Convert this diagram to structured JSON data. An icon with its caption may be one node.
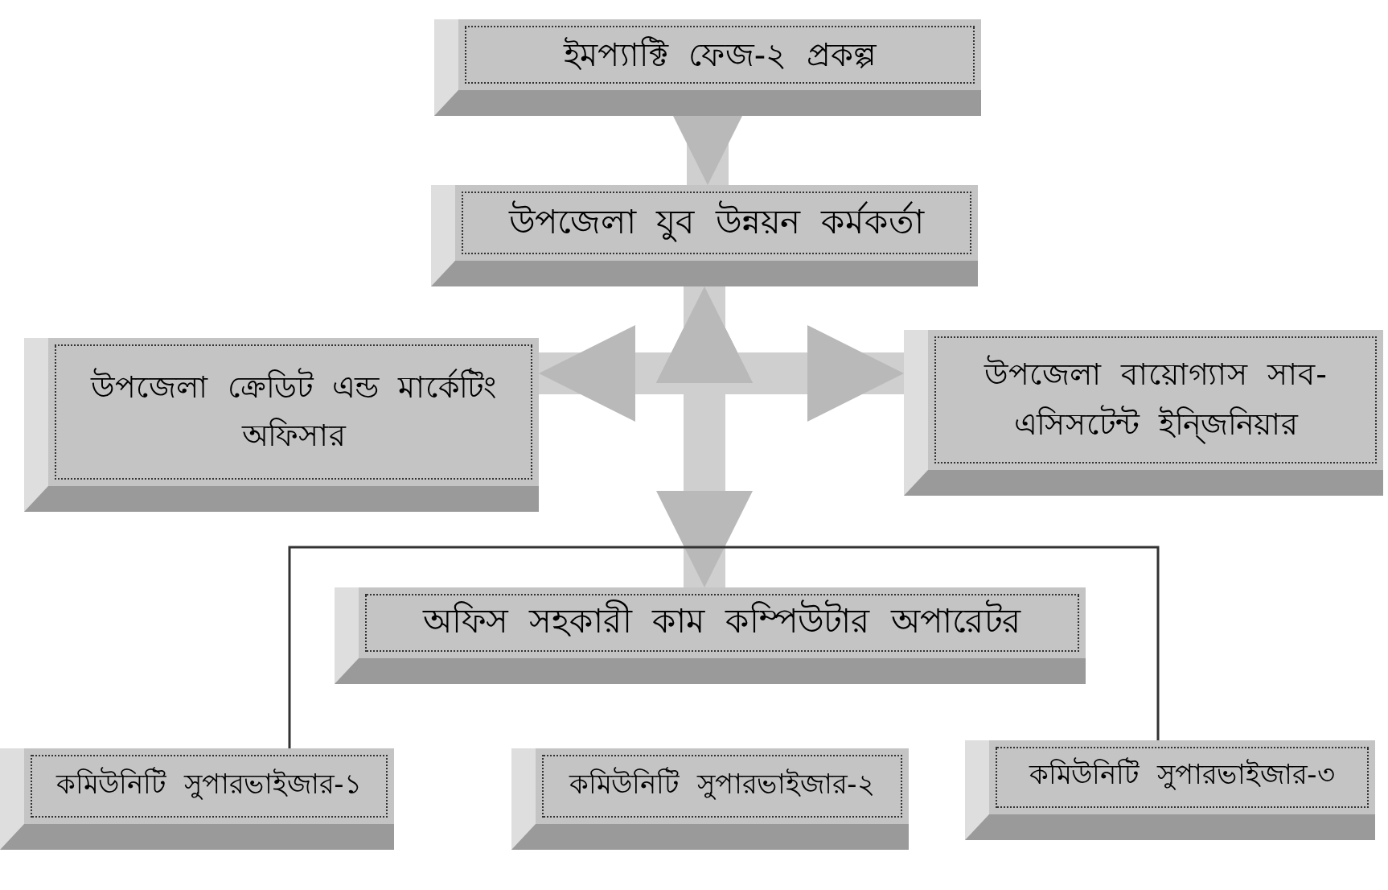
{
  "diagram": {
    "nodes": [
      {
        "text": [
          "ইমপ্যাক্টি ফেজ-২ প্রকল্প"
        ]
      },
      {
        "text": [
          "উপজেলা যুব উন্নয়ন কর্মকর্তা"
        ]
      },
      {
        "text": [
          "উপজেলা ক্রেডিট এন্ড মার্কেটিং অফিসার"
        ]
      },
      {
        "text": [
          "উপজেলা বায়োগ্যাস সাব-এসিসটেন্ট ইন্জিনিয়ার"
        ]
      },
      {
        "text": [
          "অফিস সহকারী কাম কম্পিউটার অপারেটর"
        ]
      },
      {
        "text": [
          "কমিউনিটি সুপারভাইজার-১"
        ]
      },
      {
        "text": [
          "কমিউনিটি সুপারভাইজার-২"
        ]
      },
      {
        "text": [
          "কমিউনিটি সুপারভাইজার-৩"
        ]
      }
    ],
    "edges": [
      {
        "from": 0,
        "to": 1,
        "arrow": "to"
      },
      {
        "from": 1,
        "to": 2,
        "arrow": "both"
      },
      {
        "from": 1,
        "to": 3,
        "arrow": "both"
      },
      {
        "from": 1,
        "to": 4,
        "arrow": "both"
      },
      {
        "from": 5,
        "to": 7,
        "arrow": "none",
        "color": "#333333"
      }
    ]
  }
}
